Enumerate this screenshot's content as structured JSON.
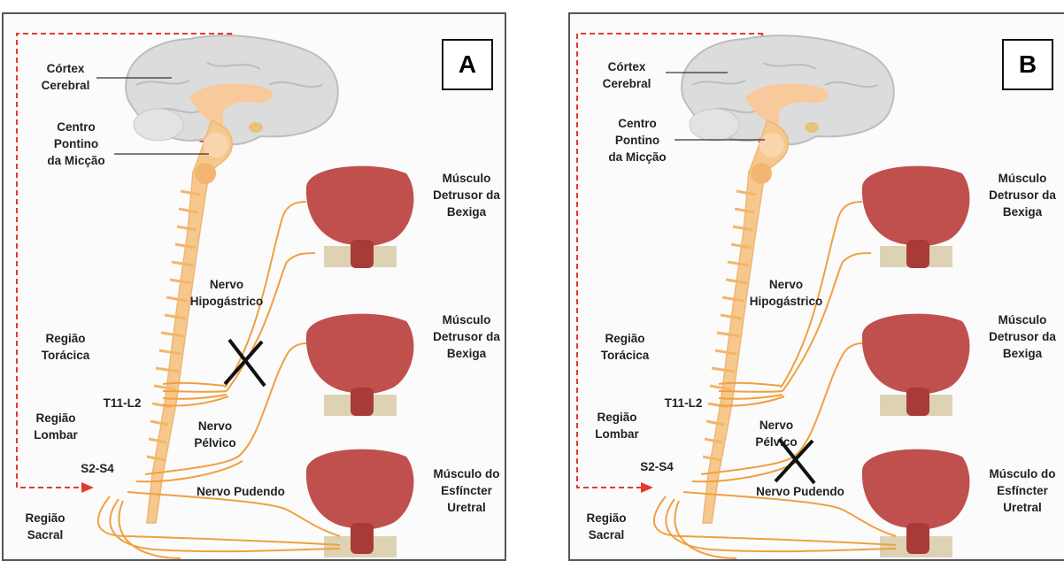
{
  "panels": [
    {
      "letter": "A",
      "labels": {
        "cortex": "Córtex\nCerebral",
        "pontine": "Centro\nPontino\nda Micção",
        "detrusor1": "Músculo\nDetrusor da\nBexiga",
        "hypogastric": "Nervo\nHipogástrico",
        "detrusor2": "Músculo\nDetrusor da\nBexiga",
        "thoracic": "Região\nTorácica",
        "t11": "T11-L2",
        "lumbar": "Região\nLombar",
        "pelvic": "Nervo\nPélvico",
        "s2": "S2-S4",
        "pudendo": "Nervo Pudendo",
        "sphincter": "Músculo do\nEsfíncter\nUretral",
        "sacral": "Região\nSacral"
      }
    },
    {
      "letter": "B",
      "labels": {
        "cortex": "Córtex\nCerebral",
        "pontine": "Centro\nPontino\nda Micção",
        "detrusor1": "Músculo\nDetrusor da\nBexiga",
        "hypogastric": "Nervo\nHipogástrico",
        "detrusor2": "Músculo\nDetrusor da\nBexiga",
        "thoracic": "Região\nTorácica",
        "t11": "T11-L2",
        "lumbar": "Região\nLombar",
        "pelvic": "Nervo\nPélvico",
        "s2": "S2-S4",
        "pudendo": "Nervo Pudendo",
        "sphincter": "Músculo do\nEsfíncter\nUretral",
        "sacral": "Região\nSacral"
      }
    }
  ],
  "colors": {
    "nerve": "#f0a040",
    "spine": "#f6c88e",
    "brain": "#d9d9d9",
    "bladder": "#c0504d",
    "pelvic_floor": "#ddd3b4",
    "dashed_path": "#e23b2e",
    "lesion_mark": "#111111"
  }
}
